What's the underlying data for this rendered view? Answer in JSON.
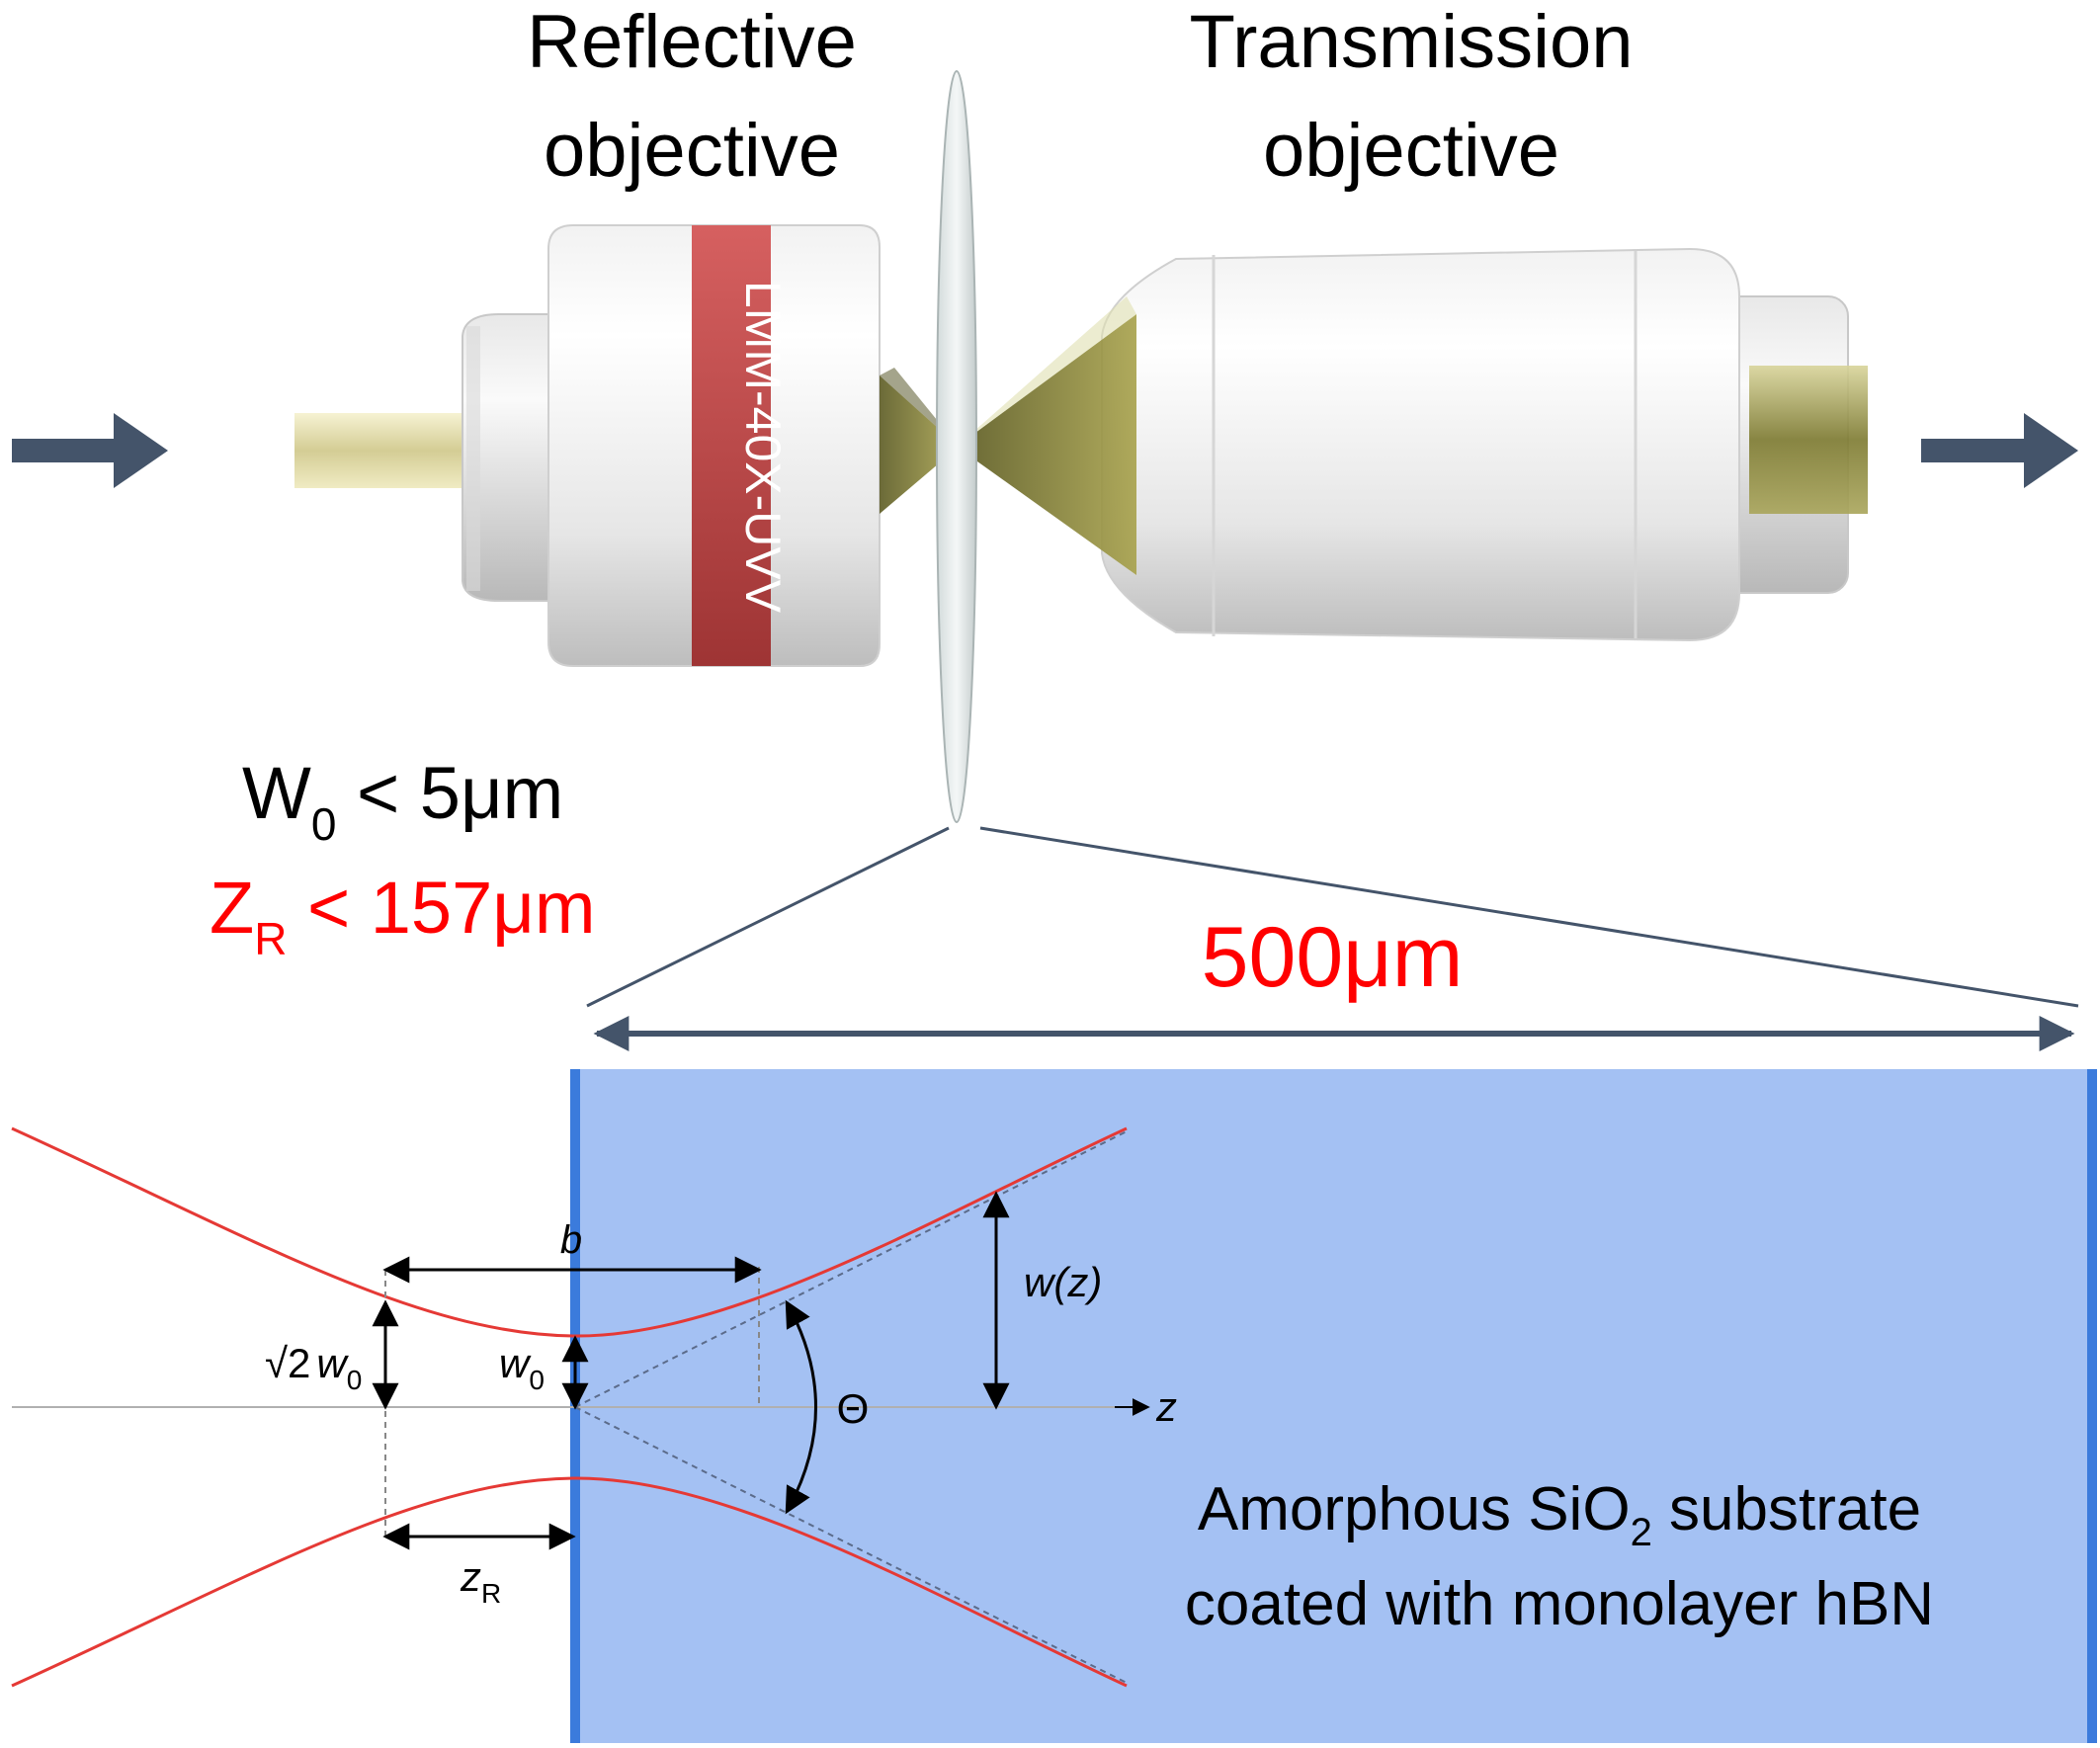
{
  "labels": {
    "reflective_line1": "Reflective",
    "reflective_line2": "objective",
    "transmission_line1": "Transmission",
    "transmission_line2": "objective",
    "objective_band": "LMM-40X-UVV",
    "w0_main": "W",
    "w0_sub": "0",
    "w0_rest": " < 5μm",
    "zr_main": "Z",
    "zr_sub": "R",
    "zr_rest": " < 157μm",
    "thickness": "500μm",
    "substrate_line1_a": "Amorphous SiO",
    "substrate_line1_sub": "2",
    "substrate_line1_b": " substrate",
    "substrate_line2": "coated with monolayer hBN"
  },
  "beam_labels": {
    "b": "b",
    "sqrt2": "√2",
    "w0_w": "w",
    "w0_sub": "0",
    "wz": "w(z)",
    "theta": "Θ",
    "z_axis": "z",
    "zr_z": "z",
    "zr_sub": "R"
  },
  "colors": {
    "text": "#000000",
    "red": "#ff0000",
    "arrow": "#44546a",
    "beam": "#e53935",
    "substrate_fill": "#a4c1f3",
    "substrate_edge": "#3b7bdc",
    "objective_band": "#c94a4a",
    "light_cone": "#9c9a3c"
  }
}
